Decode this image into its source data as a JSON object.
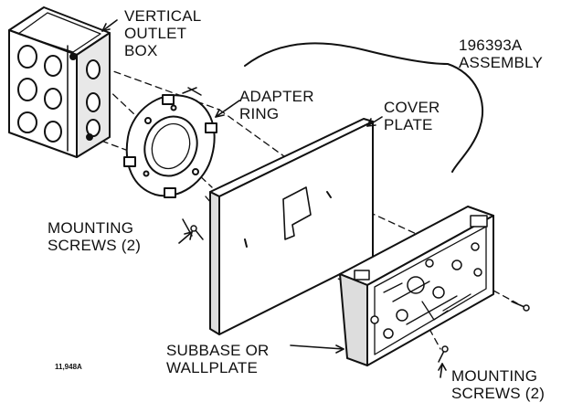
{
  "figure_number": "11,948A",
  "labels": {
    "outlet_box": [
      "VERTICAL",
      "OUTLET",
      "BOX"
    ],
    "adapter_ring": [
      "ADAPTER",
      "RING"
    ],
    "assembly": [
      "196393A",
      "ASSEMBLY"
    ],
    "cover_plate": [
      "COVER",
      "PLATE"
    ],
    "mounting_screws_left": [
      "MOUNTING",
      "SCREWS (2)"
    ],
    "subbase": [
      "SUBBASE OR",
      "WALLPLATE"
    ],
    "mounting_screws_right": [
      "MOUNTING",
      "SCREWS (2)"
    ]
  },
  "colors": {
    "ink": "#111111",
    "paper": "#ffffff"
  }
}
